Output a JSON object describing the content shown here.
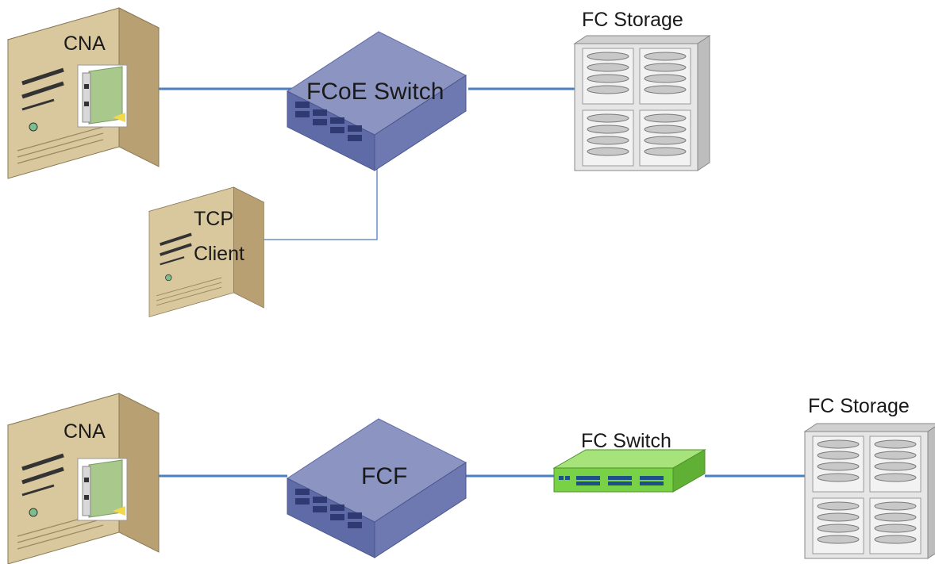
{
  "top": {
    "server_label": "CNA",
    "switch_label": "FCoE Switch",
    "storage_label": "FC Storage",
    "client_label_line1": "TCP",
    "client_label_line2": "Client"
  },
  "bottom": {
    "server_label": "CNA",
    "fcf_label": "FCF",
    "fc_switch_label": "FC Switch",
    "storage_label": "FC Storage"
  },
  "colors": {
    "link_line": "#4a7fc1",
    "server_body": "#d9c79e",
    "server_side": "#b8a072",
    "switch_top": "#8c95c2",
    "switch_side": "#5f6ba6",
    "fc_switch": "#79d245",
    "storage_body": "#e6e6e6"
  }
}
